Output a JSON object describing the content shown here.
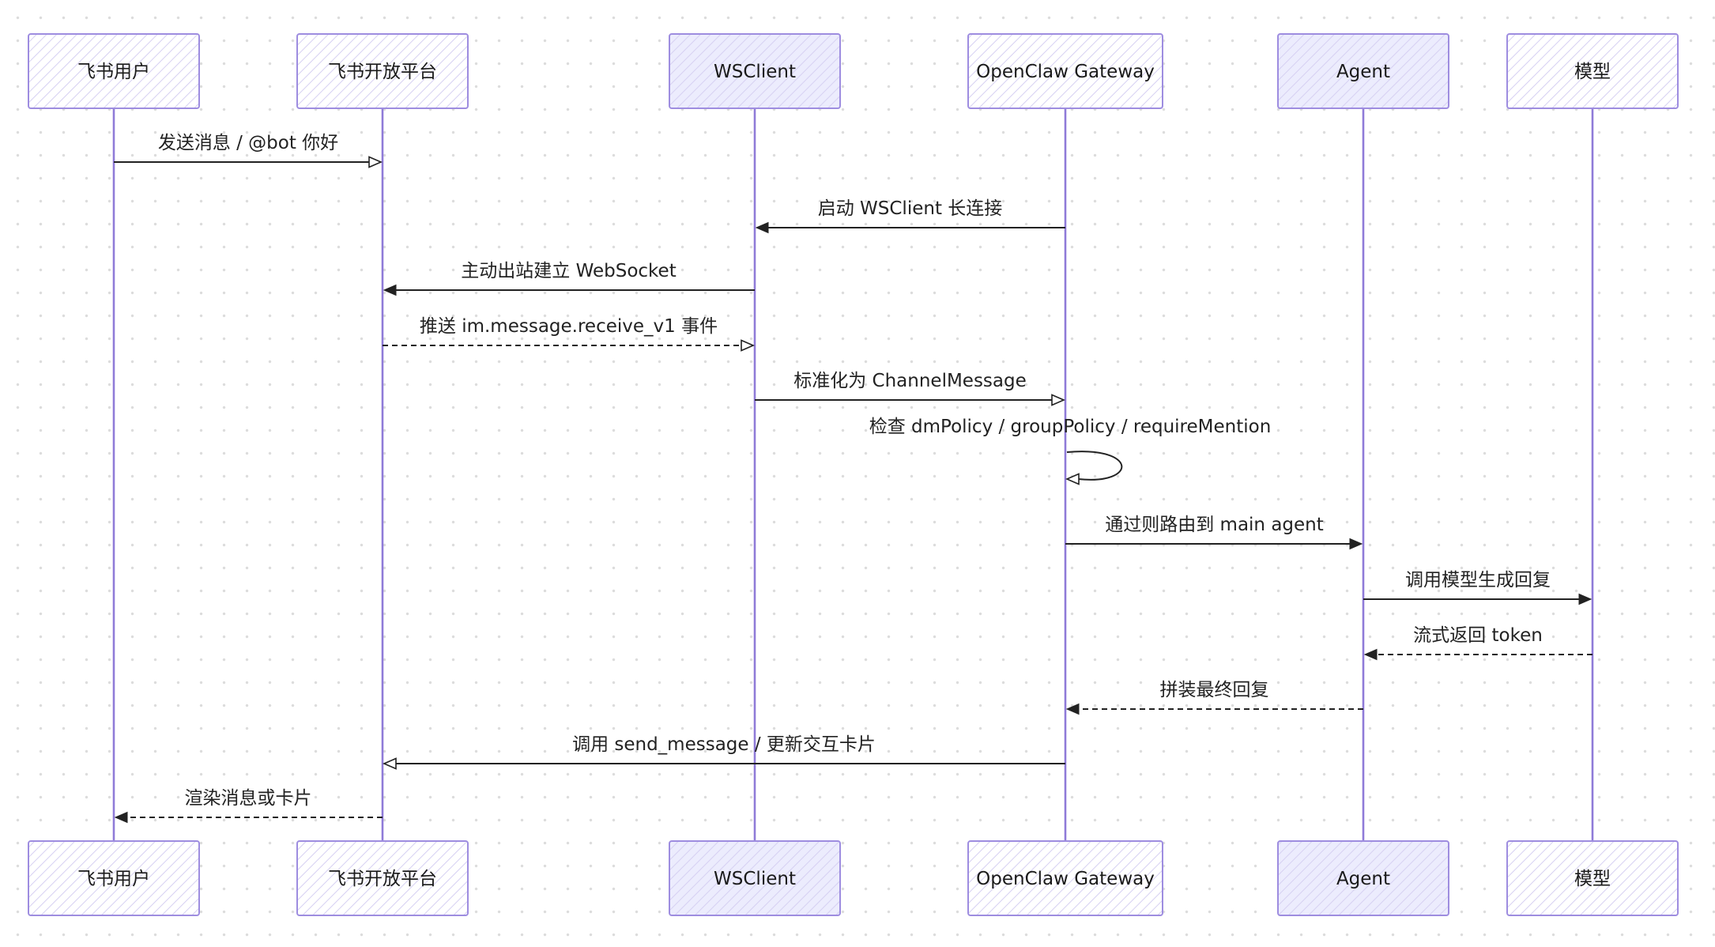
{
  "participants": [
    {
      "id": "feishu-user",
      "label": "飞书用户",
      "fill": "#ffffff"
    },
    {
      "id": "feishu-platform",
      "label": "飞书开放平台",
      "fill": "#ffffff"
    },
    {
      "id": "wsclient",
      "label": "WSClient",
      "fill": "#ececfd"
    },
    {
      "id": "openclaw-gateway",
      "label": "OpenClaw Gateway",
      "fill": "#ffffff"
    },
    {
      "id": "agent",
      "label": "Agent",
      "fill": "#ececfd"
    },
    {
      "id": "model",
      "label": "模型",
      "fill": "#ffffff"
    }
  ],
  "messages": [
    {
      "from": 0,
      "to": 1,
      "label": "发送消息 / @bot 你好",
      "style": "solid",
      "head": "open"
    },
    {
      "from": 3,
      "to": 2,
      "label": "启动 WSClient 长连接",
      "style": "solid",
      "head": "filled"
    },
    {
      "from": 2,
      "to": 1,
      "label": "主动出站建立 WebSocket",
      "style": "solid",
      "head": "filled"
    },
    {
      "from": 1,
      "to": 2,
      "label": "推送 im.message.receive_v1 事件",
      "style": "dashed",
      "head": "open"
    },
    {
      "from": 2,
      "to": 3,
      "label": "标准化为 ChannelMessage",
      "style": "solid",
      "head": "open"
    },
    {
      "from": 3,
      "to": 3,
      "label": "检查 dmPolicy / groupPolicy / requireMention",
      "style": "solid",
      "head": "open"
    },
    {
      "from": 3,
      "to": 4,
      "label": "通过则路由到 main agent",
      "style": "solid",
      "head": "filled"
    },
    {
      "from": 4,
      "to": 5,
      "label": "调用模型生成回复",
      "style": "solid",
      "head": "filled"
    },
    {
      "from": 5,
      "to": 4,
      "label": "流式返回 token",
      "style": "dashed",
      "head": "filled"
    },
    {
      "from": 4,
      "to": 3,
      "label": "拼装最终回复",
      "style": "dashed",
      "head": "filled"
    },
    {
      "from": 3,
      "to": 1,
      "label": "调用 send_message / 更新交互卡片",
      "style": "solid",
      "head": "open"
    },
    {
      "from": 1,
      "to": 0,
      "label": "渲染消息或卡片",
      "style": "dashed",
      "head": "filled"
    }
  ],
  "colors": {
    "lifeline": "#8f7bd8",
    "box_border": "#9e8de0",
    "hatch": "#d6d0f2",
    "arrow": "#222222"
  }
}
